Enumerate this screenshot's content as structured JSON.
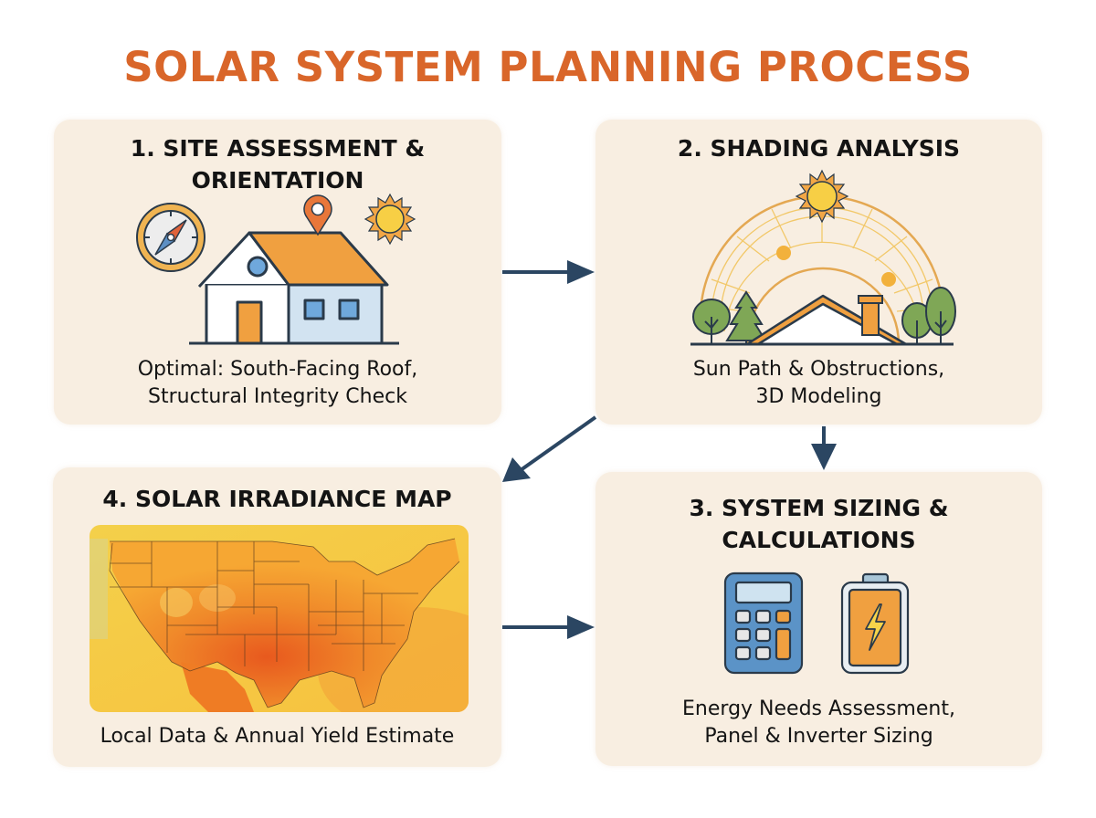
{
  "title": "SOLAR SYSTEM PLANNING PROCESS",
  "colors": {
    "title": "#D9662A",
    "card_bg": "#F8EEE1",
    "arrow": "#2B4662",
    "outline": "#2A3A4A",
    "orange": "#F0A040",
    "sun_yellow": "#F7CF45",
    "sky_blue": "#6FA8DC",
    "light_blue": "#D2E3F1",
    "tree_green": "#7FA756"
  },
  "steps": [
    {
      "number": 1,
      "heading_line1": "1. SITE ASSESSMENT &",
      "heading_line2": "ORIENTATION",
      "desc_line1": "Optimal: South-Facing Roof,",
      "desc_line2": "Structural Integrity Check",
      "icons": [
        "compass-icon",
        "house-icon",
        "location-pin-icon",
        "sun-icon"
      ]
    },
    {
      "number": 2,
      "heading_line1": "2. SHADING ANALYSIS",
      "desc_line1": "Sun Path & Obstructions,",
      "desc_line2": "3D Modeling",
      "icons": [
        "sun-path-icon",
        "sun-icon",
        "roof-icon",
        "chimney-icon",
        "tree-icon"
      ]
    },
    {
      "number": 3,
      "heading_line1": "3. SYSTEM SIZING &",
      "heading_line2": "CALCULATIONS",
      "desc_line1": "Energy Needs Assessment,",
      "desc_line2": "Panel & Inverter Sizing",
      "icons": [
        "calculator-icon",
        "battery-icon"
      ]
    },
    {
      "number": 4,
      "heading_line1": "4. SOLAR IRRADIANCE MAP",
      "desc_line1": "Local Data & Annual Yield Estimate",
      "icons": [
        "irradiance-map"
      ]
    }
  ],
  "flow": [
    {
      "from": 1,
      "to": 2,
      "direction": "right"
    },
    {
      "from": 2,
      "to": 3,
      "direction": "down"
    },
    {
      "from": 2,
      "to": 4,
      "direction": "down-left"
    },
    {
      "from": 4,
      "to": 3,
      "direction": "right"
    }
  ]
}
